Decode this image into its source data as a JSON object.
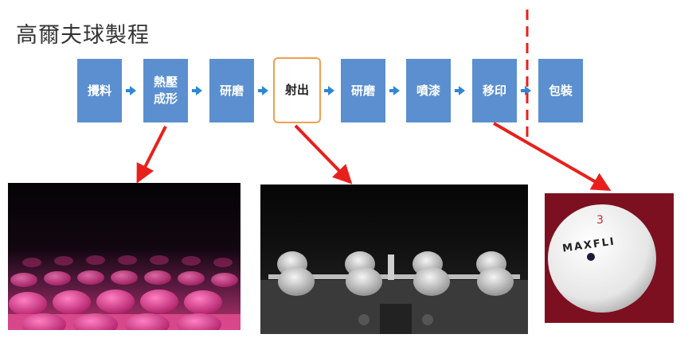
{
  "title": "高爾夫球製程",
  "steps": [
    {
      "label": "攪料"
    },
    {
      "label": "熱壓成形"
    },
    {
      "label": "研磨"
    },
    {
      "label": "射出"
    },
    {
      "label": "研磨"
    },
    {
      "label": "噴漆"
    },
    {
      "label": "移印"
    },
    {
      "label": "包裝"
    }
  ],
  "ball": {
    "number": "3",
    "brand": "MAXFLI"
  },
  "colors": {
    "step_fill": "#5b8fd0",
    "highlight_border": "#f0a050",
    "flow_arrow": "#2f86d6",
    "pointer_arrow": "#e8201c",
    "divider": "#e8201c"
  }
}
